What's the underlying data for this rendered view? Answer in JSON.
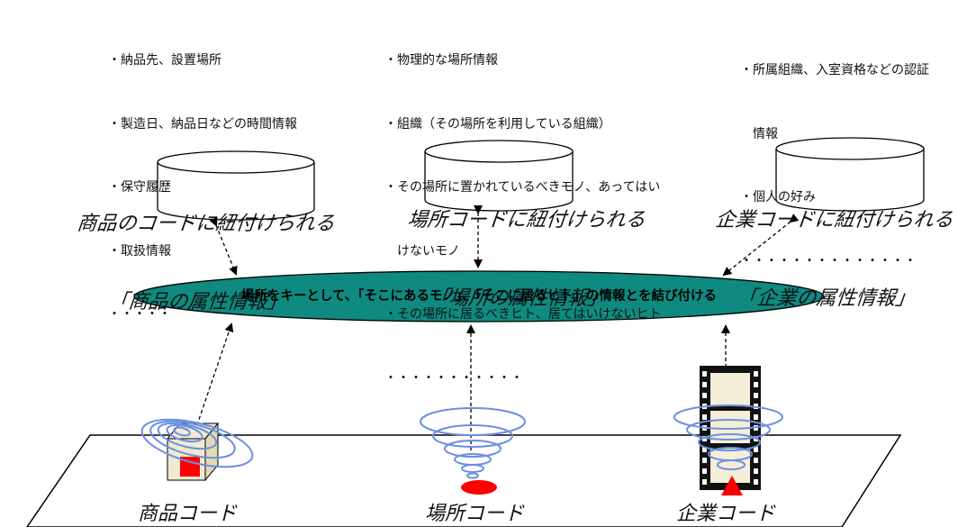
{
  "lists": {
    "product": [
      "・納品先、設置場所",
      "・製造日、納品日などの時間情報",
      "・保守履歴",
      "・取扱情報",
      "・・・・・"
    ],
    "location": [
      "・物理的な場所情報",
      "・組織（その場所を利用している組織）",
      "・その場所に置かれているべきモノ、あってはい",
      "　けないモノ",
      "・その場所に居るべきヒト、居てはいけないヒト",
      "・・・・・・・・・・・"
    ],
    "company": [
      "・所属組織、入室資格などの認証",
      "　情報",
      "・個人の好み",
      "・・・・・・・・・・・・・・"
    ]
  },
  "databases": {
    "product": {
      "line1": "商品のコードに紐付けられる",
      "line2": "「商品の属性情報」"
    },
    "location": {
      "line1": "場所コードに紐付けられる",
      "line2": "「場所の属性情報」"
    },
    "company": {
      "line1": "企業コードに紐付けられる",
      "line2": "「企業の属性情報」"
    }
  },
  "central": {
    "text": "場所をキーとして、「そこにあるモノ」、「そこに居るヒト」の情報とを結び付ける",
    "color": "#0e8a80"
  },
  "codes": {
    "product": "商品コード",
    "location": "場所コード",
    "company": "企業コード"
  },
  "colors": {
    "ring": "#6c8fe0",
    "marker": "#ff0000",
    "box": "#f2ead0",
    "film_frame": "#f5eed8"
  }
}
